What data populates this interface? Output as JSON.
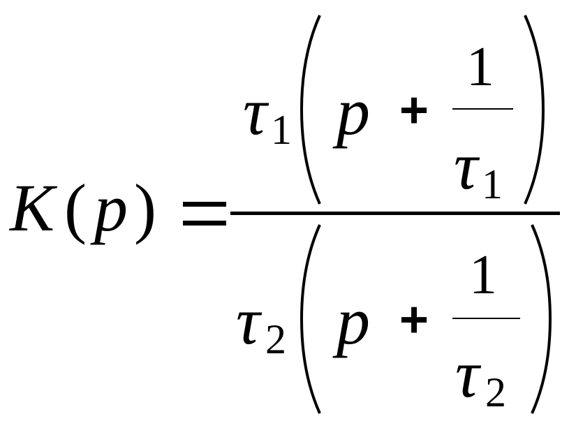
{
  "formula": {
    "lhs": {
      "func": "K",
      "lparen": "(",
      "var": "p",
      "rparen": ")"
    },
    "equals": "=",
    "numerator": {
      "tau": "τ",
      "sub": "1",
      "var": "p",
      "plus": "+",
      "one": "1",
      "inner_tau": "τ",
      "inner_sub": "1"
    },
    "denominator": {
      "tau": "τ",
      "sub": "2",
      "var": "p",
      "plus": "+",
      "one": "1",
      "inner_tau": "τ",
      "inner_sub": "2"
    }
  }
}
